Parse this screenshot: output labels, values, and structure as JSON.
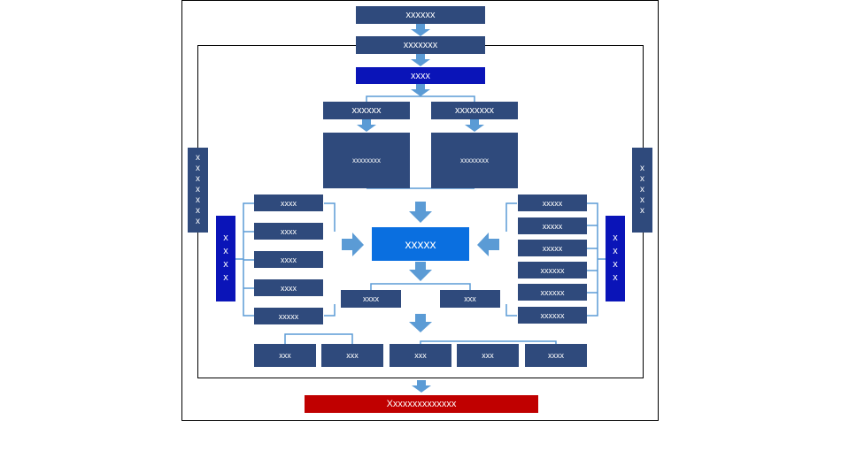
{
  "colors": {
    "navy": "#2f4a7c",
    "blue": "#0a14b8",
    "bright_blue": "#0a6fe0",
    "red": "#c00000",
    "arrow": "#5b9bd5",
    "line": "#5b9bd5"
  },
  "top": {
    "box1": "xxxxxx",
    "box2": "xxxxxxx",
    "box3": "xxxx"
  },
  "split": {
    "left": "xxxxxx",
    "right": "xxxxxxxx",
    "left_big": "xxxxxxxx",
    "right_big": "xxxxxxxx"
  },
  "side": {
    "outer_left": "xxxxxxx",
    "inner_left": "xxxx",
    "outer_right": "xxxxx",
    "inner_right": "xxxx"
  },
  "left_list": [
    "xxxx",
    "xxxx",
    "xxxx",
    "xxxx",
    "xxxxx"
  ],
  "right_list": [
    "xxxxx",
    "xxxxx",
    "xxxxx",
    "xxxxxx",
    "xxxxxx",
    "xxxxxx"
  ],
  "center": {
    "main": "xxxxx",
    "sub_left": "xxxx",
    "sub_right": "xxx"
  },
  "bottom_row": [
    "xxx",
    "xxx",
    "xxx",
    "xxx",
    "xxxx"
  ],
  "final": "Xxxxxxxxxxxxxx"
}
